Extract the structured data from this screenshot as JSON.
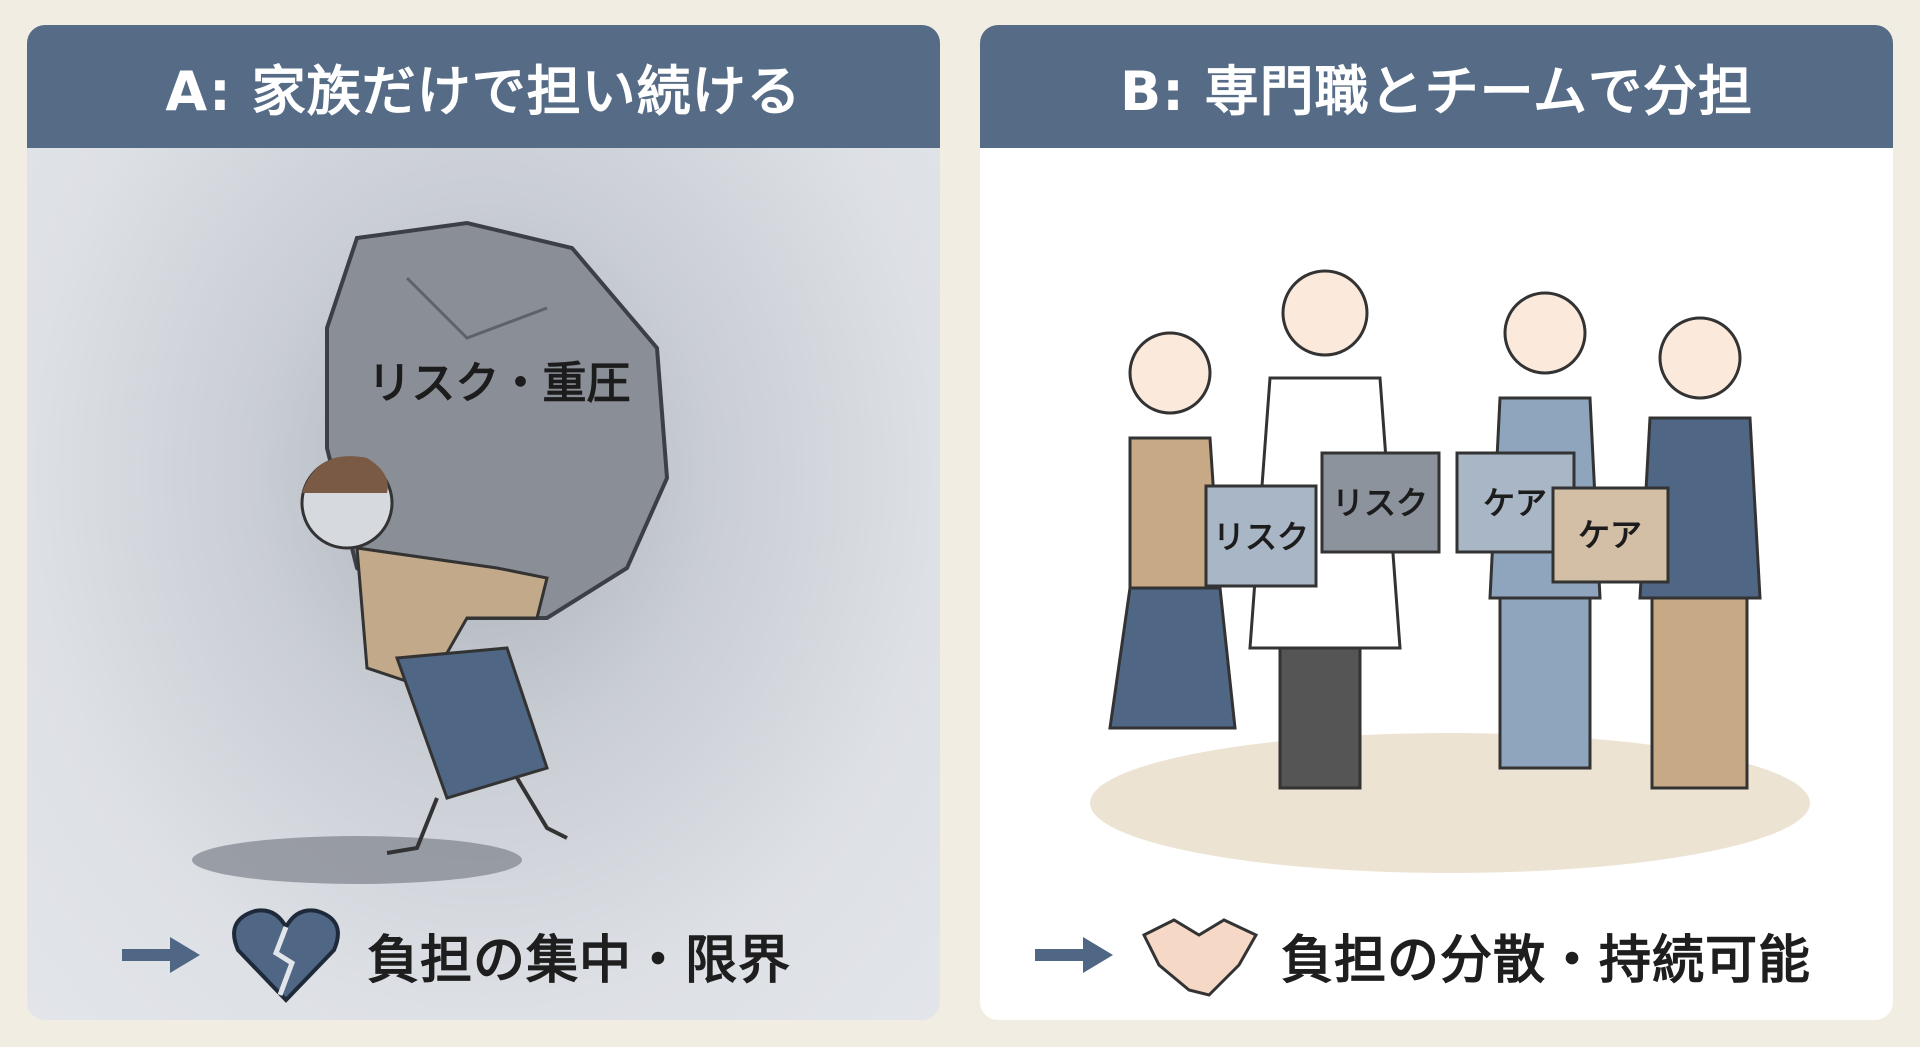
{
  "panel_a": {
    "title": "A: 家族だけで担い続ける",
    "rock_label": "リスク・重圧",
    "result_text": "負担の集中・限界",
    "result_icon": "broken-heart-icon"
  },
  "panel_b": {
    "title": "B: 専門職とチームで分担",
    "boxes": [
      "リスク",
      "リスク",
      "ケア",
      "ケア"
    ],
    "result_text": "負担の分散・持続可能",
    "result_icon": "handshake-icon"
  },
  "colors": {
    "header": "#566b86",
    "background": "#f1ede3",
    "accent_blue": "#4f6684",
    "beige": "#c7a985"
  }
}
